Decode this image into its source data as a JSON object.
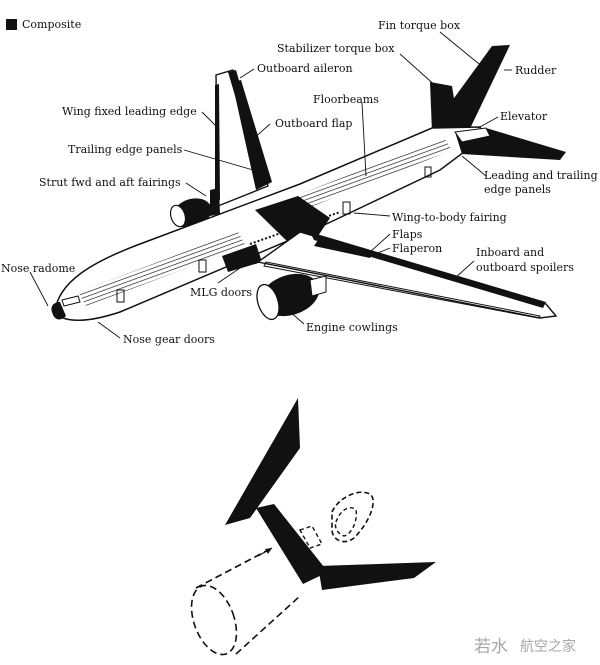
{
  "legend": {
    "label": "Composite"
  },
  "labels": {
    "fin_torque_box": "Fin torque box",
    "stabilizer_torque_box": "Stabilizer torque box",
    "rudder": "Rudder",
    "outboard_aileron": "Outboard aileron",
    "wing_fixed_leading_edge": "Wing fixed leading edge",
    "floorbeams": "Floorbeams",
    "elevator": "Elevator",
    "outboard_flap": "Outboard flap",
    "trailing_edge_panels": "Trailing edge panels",
    "leading_trailing_edge_panels_1": "Leading and trailing",
    "leading_trailing_edge_panels_2": "edge panels",
    "strut_fairings": "Strut fwd and aft fairings",
    "wing_to_body_fairing": "Wing-to-body fairing",
    "flaps": "Flaps",
    "flaperon": "Flaperon",
    "inboard_outboard_spoilers_1": "Inboard and",
    "inboard_outboard_spoilers_2": "outboard spoilers",
    "nose_radome": "Nose radome",
    "mlg_doors": "MLG doors",
    "engine_cowlings": "Engine cowlings",
    "nose_gear_doors": "Nose gear doors"
  },
  "watermark": {
    "left": "若水",
    "right": "航空之家"
  },
  "colors": {
    "composite": "#111111",
    "outline": "#111111",
    "background": "#ffffff"
  }
}
